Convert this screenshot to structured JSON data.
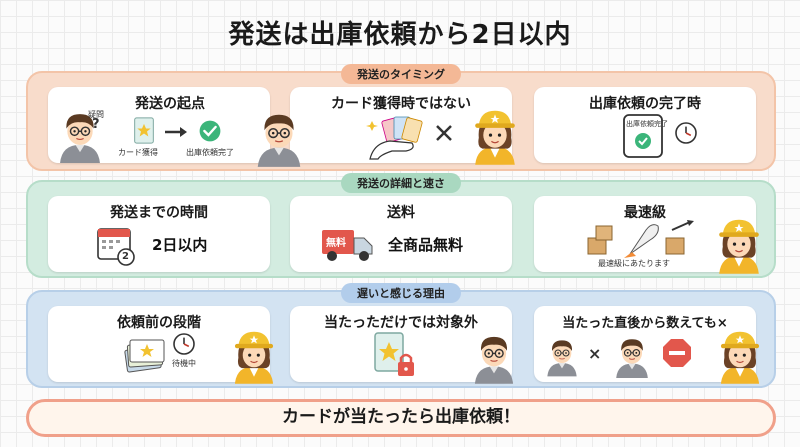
{
  "title": "発送は出庫依頼から2日以内",
  "sections": [
    {
      "label": "発送のタイミング",
      "cards": [
        {
          "title": "発送の起点",
          "question_label": "疑問",
          "question_mark": "?",
          "step1": "カード獲得",
          "step2": "出庫依頼完了"
        },
        {
          "title": "カード獲得時ではない"
        },
        {
          "title": "出庫依頼の完了時",
          "phone_label": "出庫依頼完了"
        }
      ]
    },
    {
      "label": "発送の詳細と速さ",
      "cards": [
        {
          "title": "発送までの時間",
          "value": "2日以内",
          "calendar_number": "2"
        },
        {
          "title": "送料",
          "value": "全商品無料",
          "truck_label": "無料"
        },
        {
          "title": "最速級",
          "caption": "最速級にあたります"
        }
      ]
    },
    {
      "label": "遅いと感じる理由",
      "cards": [
        {
          "title": "依頼前の段階",
          "caption": "待機中"
        },
        {
          "title": "当たっただけでは対象外"
        },
        {
          "title": "当たった直後から数えても×",
          "cross": "×"
        }
      ]
    }
  ],
  "bottom_banner": "カードが当たったら出庫依頼！",
  "colors": {
    "section1_bg": "#f8dccb",
    "section2_bg": "#d3ece0",
    "section3_bg": "#d3e3f2",
    "accent_red": "#e2574c",
    "accent_green": "#3bb57a",
    "hat_yellow": "#f2c230"
  }
}
